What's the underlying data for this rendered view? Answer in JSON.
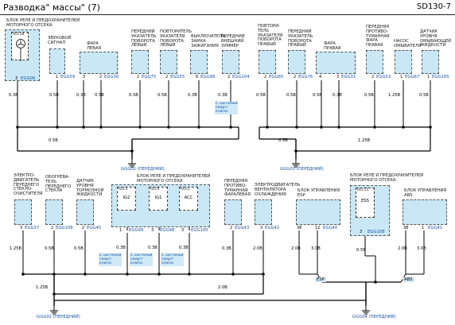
{
  "header": {
    "title": "Разводка\" массы\" (7)",
    "code": "SD130-7"
  },
  "top": {
    "components": [
      {
        "label": "БЛОК РЕЛЕ И ПРЕДОХРАНИТЕЛЕЙ\nМОТОРНОГО ОТСЕКА",
        "relay": "RLY.18",
        "pin": "3",
        "egg": "EGG06",
        "wire": "0.3B"
      },
      {
        "label": "ЗВУКОВОЙ\nСИГНАЛ",
        "pin": "1",
        "egg": "EGG59",
        "wire": "0.5B"
      },
      {
        "label": "ФАРА\nЛЕВАЯ",
        "pin": "3",
        "pin2": "2",
        "egg": "EGG30",
        "wire": "0.3B",
        "wire2": "0.5B"
      },
      {
        "label": "ПЕРЕДНИЙ\nУКАЗАТЕЛЬ\nПОВОРОТА\nЛЕВЫЙ",
        "pin": "2",
        "egg": "EGG75",
        "wire": "0.5B"
      },
      {
        "label": "ПОВТОРИТЕЛЬ\nУКАЗАТЕЛЯ\nПОВОРОТА\nЛЕВЫЙ",
        "pin": "2",
        "egg": "EGG55",
        "wire": "0.5B"
      },
      {
        "label": "ВЫКЛЮЧАТЕЛЬ\nЗАМКА\nЗАЖИГАНИЯ",
        "pin": "6",
        "egg": "EGG98",
        "wire": "0.3B"
      },
      {
        "label": "ПЕРЕДНИЙ\nВНЕШНИЙ\nЗУММЕР",
        "pin": "2",
        "egg": "EGG104",
        "wire": "0.3B"
      },
      {
        "label": "ПОВТОРИ-\nТЕЛЬ\nУКАЗАТЕЛЯ\nПОВОРОТА\nПРАВЫЙ",
        "pin": "2",
        "egg": "EGG65",
        "wire": "0.5B"
      },
      {
        "label": "ПЕРЕДНИЙ\nУКАЗАТЕЛЬ\nПОВОРОТА\nПРАВЫЙ",
        "pin": "2",
        "egg": "EGG76",
        "wire": "0.5B"
      },
      {
        "label": "ФАРА\nПРАВАЯ",
        "pin": "4",
        "pin2": "3",
        "egg": "EGG31",
        "wire": "0.5B",
        "wire2": "0.3B"
      },
      {
        "label": "ПЕРЕДНЯЯ\nПРОТИВО-\nТУМАННАЯ\nФАРА\nПРАВАЯ",
        "pin": "2",
        "egg": "EGG53",
        "wire": "0.5B"
      },
      {
        "label": "НАСОС\nОМЫВАТЕЛЯ",
        "pin": "1",
        "egg": "EGG67",
        "wire": "1.25B"
      },
      {
        "label": "ДАТЧИК\nУРОВНЯ\nОМЫВАЮЩЕЙ\nЖИДКОСТИ",
        "pin": "1",
        "egg": "EGG165",
        "wire": "0.5B"
      }
    ],
    "note": "С системой\nсмарт-\nключа",
    "trunk": {
      "left": "0.5B",
      "mid": "0.5B",
      "right": "1.25B"
    },
    "grounds": [
      "GGG01 (ПЕРЕДНИЙ)",
      "GGG03 (ПЕРЕДНИЙ)"
    ]
  },
  "bottom": {
    "components": [
      {
        "label": "ЭЛЕКТРО-\nДВИГАТЕЛЬ\nПЕРЕДНЕГО\nСТЕКЛО-\nОЧИСТИТЕЛЯ",
        "pin": "3",
        "egg": "EGG37",
        "wire": "1.25B"
      },
      {
        "label": "ОБОГРЕВА-\nТЕЛЬ\nПЕРЕДНЕГО\nСТЕКЛА",
        "pin": "2",
        "egg": "EGG108",
        "wire": "0.5B"
      },
      {
        "label": "ДАТЧИК\nУРОВНЯ\nТОРМОЗНОЙ\nЖИДКОСТИ",
        "pin": "2",
        "egg": "EGG45",
        "wire": "0.5B"
      },
      {
        "label": "ПЕРЕДНЯЯ\nПРОТИВО-\nТУМАННАЯ\nФАРАЛЕВАЯ",
        "pin": "2",
        "egg": "EGG43",
        "wire": "0.3B"
      },
      {
        "label": "ЭЛЕКТРОДВИГАТЕЛЬ\nВЕНТИЛЯТОРА\nОХЛАЖДЕНИЯ",
        "pin": "3",
        "egg": "EGG42",
        "wire": "2.0B"
      }
    ],
    "fuse_box": {
      "label": "БЛОК РЕЛЕ И ПРЕДОХРАНИТЕЛЕЙ\nМОТОРНОГО ОТСЕКА",
      "relays": [
        {
          "id": "RLY.4",
          "name": "IG2",
          "pin": "1",
          "egg": "EGG99",
          "wire": "0.3B"
        },
        {
          "id": "RLY.9",
          "name": "IG1",
          "pin": "3",
          "egg": "EGG98",
          "wire": "0.3B"
        },
        {
          "id": "RLY.2",
          "name": "ACC",
          "pin": "3",
          "egg": "EGG100",
          "wire": "0.3B"
        }
      ]
    },
    "esp": {
      "label": "БЛОК УПРАВЛЕНИЯ\nESP",
      "pins": [
        "38",
        "12"
      ],
      "egg": "EGG40",
      "wires": [
        "2.0B",
        "3.0B"
      ],
      "tag": "ESP"
    },
    "abs_box": {
      "label": "БЛОК РЕЛЕ И ПРЕДОХРАНИТЕЛЕЙ\nМОТОРНОГО ОТСЕКА",
      "relay": "RLY.15",
      "name": "ESS",
      "pin": "3",
      "egg": "EGG108",
      "wire": "0.5B"
    },
    "abs": {
      "label": "БЛОК УПРАВЛЕНИЯ ABS",
      "pins": [
        "38",
        "1"
      ],
      "egg": "EGG41",
      "wires": [
        "2.0B",
        "3.0B"
      ],
      "tag": "ABS"
    },
    "note": "С системой\nсмарт-\nключа",
    "trunk": {
      "left": "1.25B",
      "right": "2.0B"
    },
    "grounds": [
      "GGG02 (ПЕРЕДНИЙ)",
      "GGG04 (ПЕРЕДНИЙ)"
    ]
  }
}
